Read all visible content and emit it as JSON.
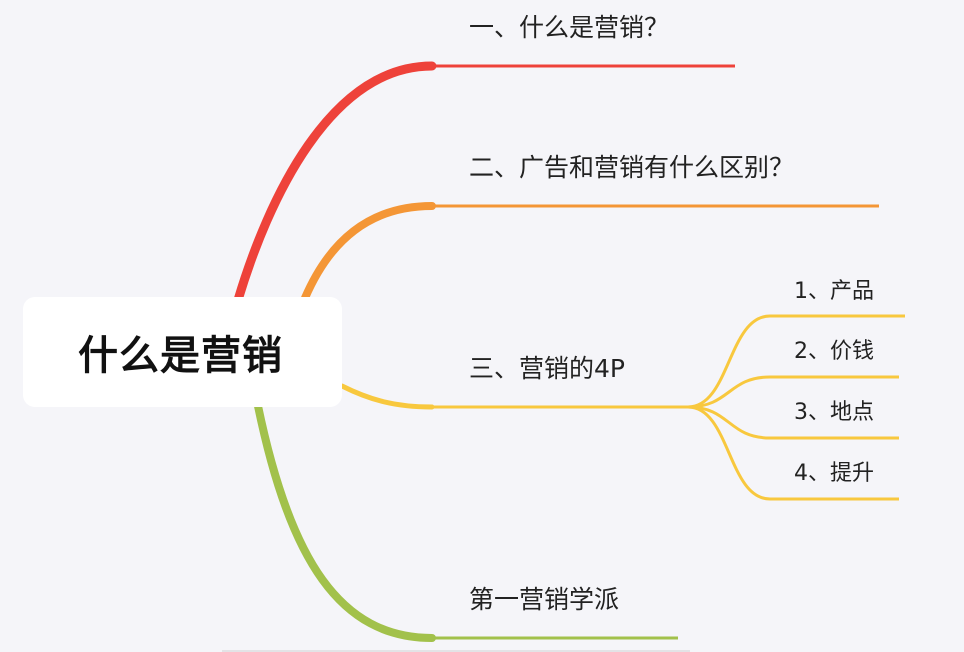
{
  "center": {
    "label": "什么是营销"
  },
  "topics": [
    {
      "label": "一、什么是营销？",
      "color": "#ee423a"
    },
    {
      "label": "二、广告和营销有什么区别？",
      "color": "#f49636"
    },
    {
      "label": "三、营销的4P",
      "color": "#f8c83e",
      "children": [
        {
          "label": "1、产品"
        },
        {
          "label": "2、价钱"
        },
        {
          "label": "3、地点"
        },
        {
          "label": "4、提升"
        }
      ]
    },
    {
      "label": "第一营销学派",
      "color": "#a2c14b"
    }
  ]
}
